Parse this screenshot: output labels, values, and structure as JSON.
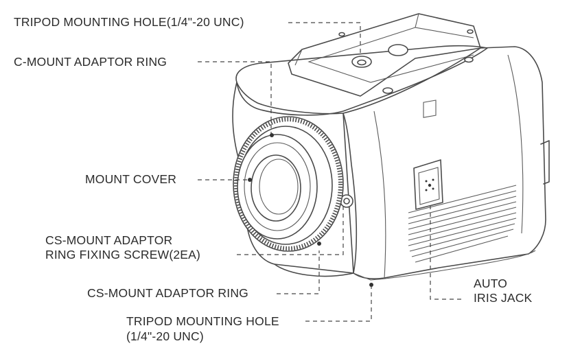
{
  "labels": {
    "tripod_top": "TRIPOD MOUNTING HOLE(1/4\"-20 UNC)",
    "c_mount_ring": "C-MOUNT ADAPTOR RING",
    "mount_cover": "MOUNT COVER",
    "cs_screw_line1": "CS-MOUNT ADAPTOR",
    "cs_screw_line2": "RING FIXING SCREW(2EA)",
    "cs_ring": "CS-MOUNT ADAPTOR RING",
    "tripod_bottom_line1": "TRIPOD MOUNTING HOLE",
    "tripod_bottom_line2": "(1/4\"-20 UNC)",
    "auto_iris_line1": "AUTO",
    "auto_iris_line2": "IRIS JACK"
  },
  "icons": {
    "camera": "box-camera-illustration"
  },
  "colors": {
    "line": "#4a4a4a",
    "text": "#2b2b2b",
    "background": "#ffffff"
  }
}
